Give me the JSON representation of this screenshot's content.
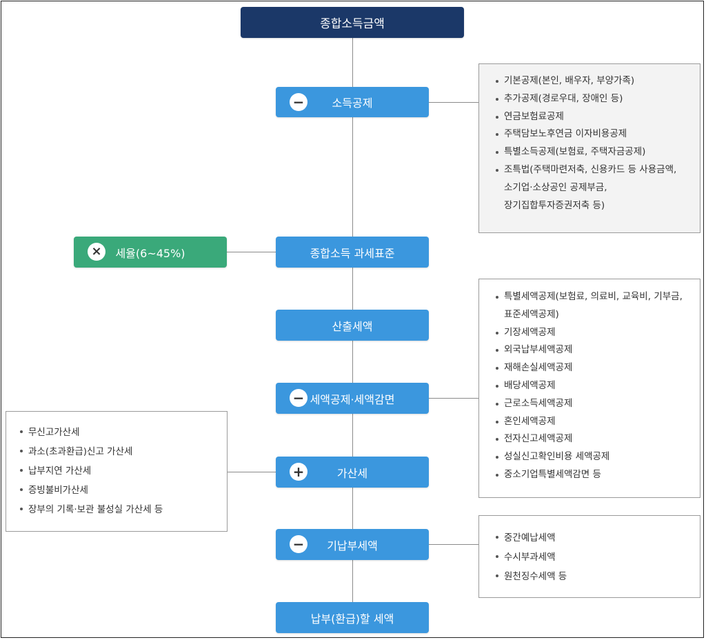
{
  "flow": {
    "top": "종합소득금액",
    "income_deduction": "소득공제",
    "tax_base": "종합소득 과세표준",
    "tax_rate": "세율(6~45%)",
    "computed_tax": "산출세액",
    "tax_credit": "세액공제·세액감면",
    "penalty_tax": "가산세",
    "prepaid_tax": "기납부세액",
    "final_tax": "납부(환급)할 세액"
  },
  "operators": {
    "minus": "−",
    "plus": "+",
    "times": "×"
  },
  "income_deduction_items": [
    "기본공제(본인, 배우자, 부양가족)",
    "추가공제(경로우대, 장애인 등)",
    "연금보험료공제",
    "주택담보노후연금 이자비용공제",
    "특별소득공제(보험료, 주택자금공제)",
    "조특법(주택마련저축, 신용카드 등 사용금액,",
    "소기업·소상공인 공제부금,",
    "장기집합투자증권저축 등)"
  ],
  "tax_credit_items": [
    "특별세액공제(보험료, 의료비, 교육비, 기부금,",
    "표준세액공제)",
    "기장세액공제",
    "외국납부세액공제",
    "재해손실세액공제",
    "배당세액공제",
    "근로소득세액공제",
    "혼인세액공제",
    "전자신고세액공제",
    "성실신고확인비용 세액공제",
    "중소기업특별세액감면 등"
  ],
  "penalty_items": [
    "무신고가산세",
    "과소(초과환급)신고 가산세",
    "납부지연 가산세",
    "증빙불비가산세",
    "장부의 기록·보관 불성실 가산세 등"
  ],
  "prepaid_items": [
    "중간예납세액",
    "수시부과세액",
    "원천징수세액 등"
  ],
  "colors": {
    "top_node": "#1b3868",
    "step_node": "#3b97de",
    "rate_node": "#3aa97a",
    "connector": "#8a8a8a"
  }
}
